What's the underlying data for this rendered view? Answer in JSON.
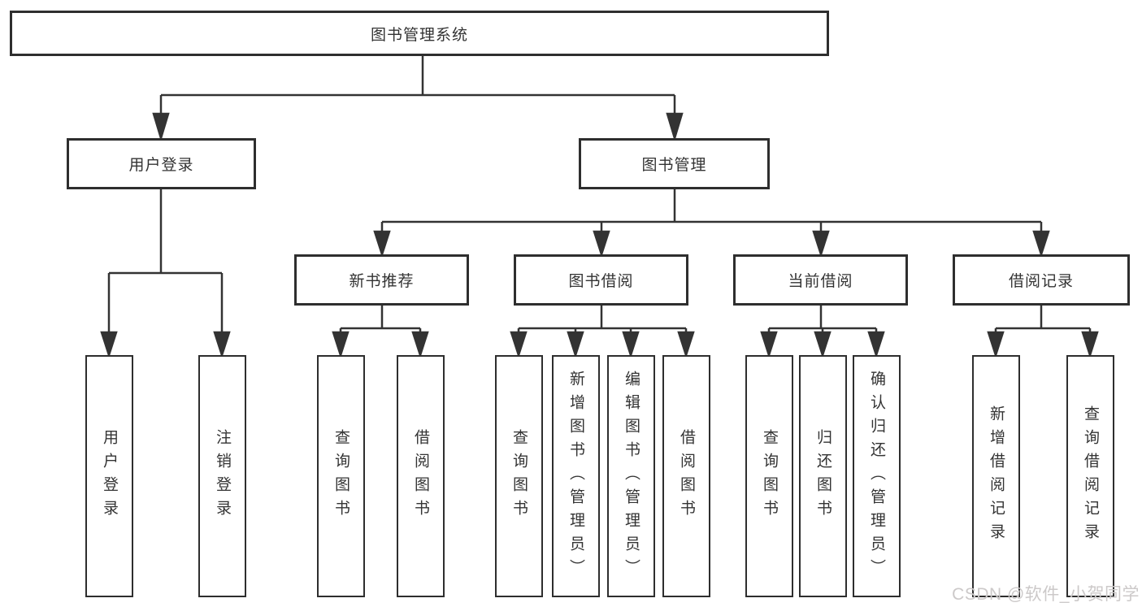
{
  "diagram": {
    "root": {
      "label": "图书管理系统"
    },
    "branches": [
      {
        "label": "用户登录",
        "children": [
          {
            "label": "用户登录"
          },
          {
            "label": "注销登录"
          }
        ]
      },
      {
        "label": "图书管理",
        "children": [
          {
            "label": "新书推荐",
            "children": [
              {
                "label": "查询图书"
              },
              {
                "label": "借阅图书"
              }
            ]
          },
          {
            "label": "图书借阅",
            "children": [
              {
                "label": "查询图书"
              },
              {
                "label": "新增图书（管理员）"
              },
              {
                "label": "编辑图书（管理员）"
              },
              {
                "label": "借阅图书"
              }
            ]
          },
          {
            "label": "当前借阅",
            "children": [
              {
                "label": "查询图书"
              },
              {
                "label": "归还图书"
              },
              {
                "label": "确认归还（管理员）"
              }
            ]
          },
          {
            "label": "借阅记录",
            "children": [
              {
                "label": "新增借阅记录"
              },
              {
                "label": "查询借阅记录"
              }
            ]
          }
        ]
      }
    ]
  },
  "watermark": {
    "text": "CSDN @软件_小贺同学"
  },
  "colors": {
    "line": "#333333",
    "box_border": "#2e2e2e",
    "text": "#333333",
    "watermark": "#ccc9c9",
    "background": "#ffffff"
  }
}
